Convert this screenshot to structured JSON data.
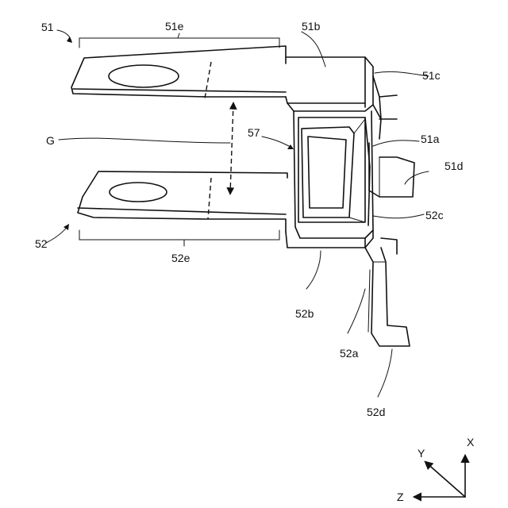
{
  "labels": {
    "part_51": "51",
    "part_51e": "51e",
    "part_51b": "51b",
    "part_51c": "51c",
    "part_51a": "51a",
    "part_51d": "51d",
    "part_57": "57",
    "gap_g": "G",
    "part_52": "52",
    "part_52e": "52e",
    "part_52c": "52c",
    "part_52b": "52b",
    "part_52a": "52a",
    "part_52d": "52d"
  },
  "axes": {
    "x": "X",
    "y": "Y",
    "z": "Z"
  }
}
